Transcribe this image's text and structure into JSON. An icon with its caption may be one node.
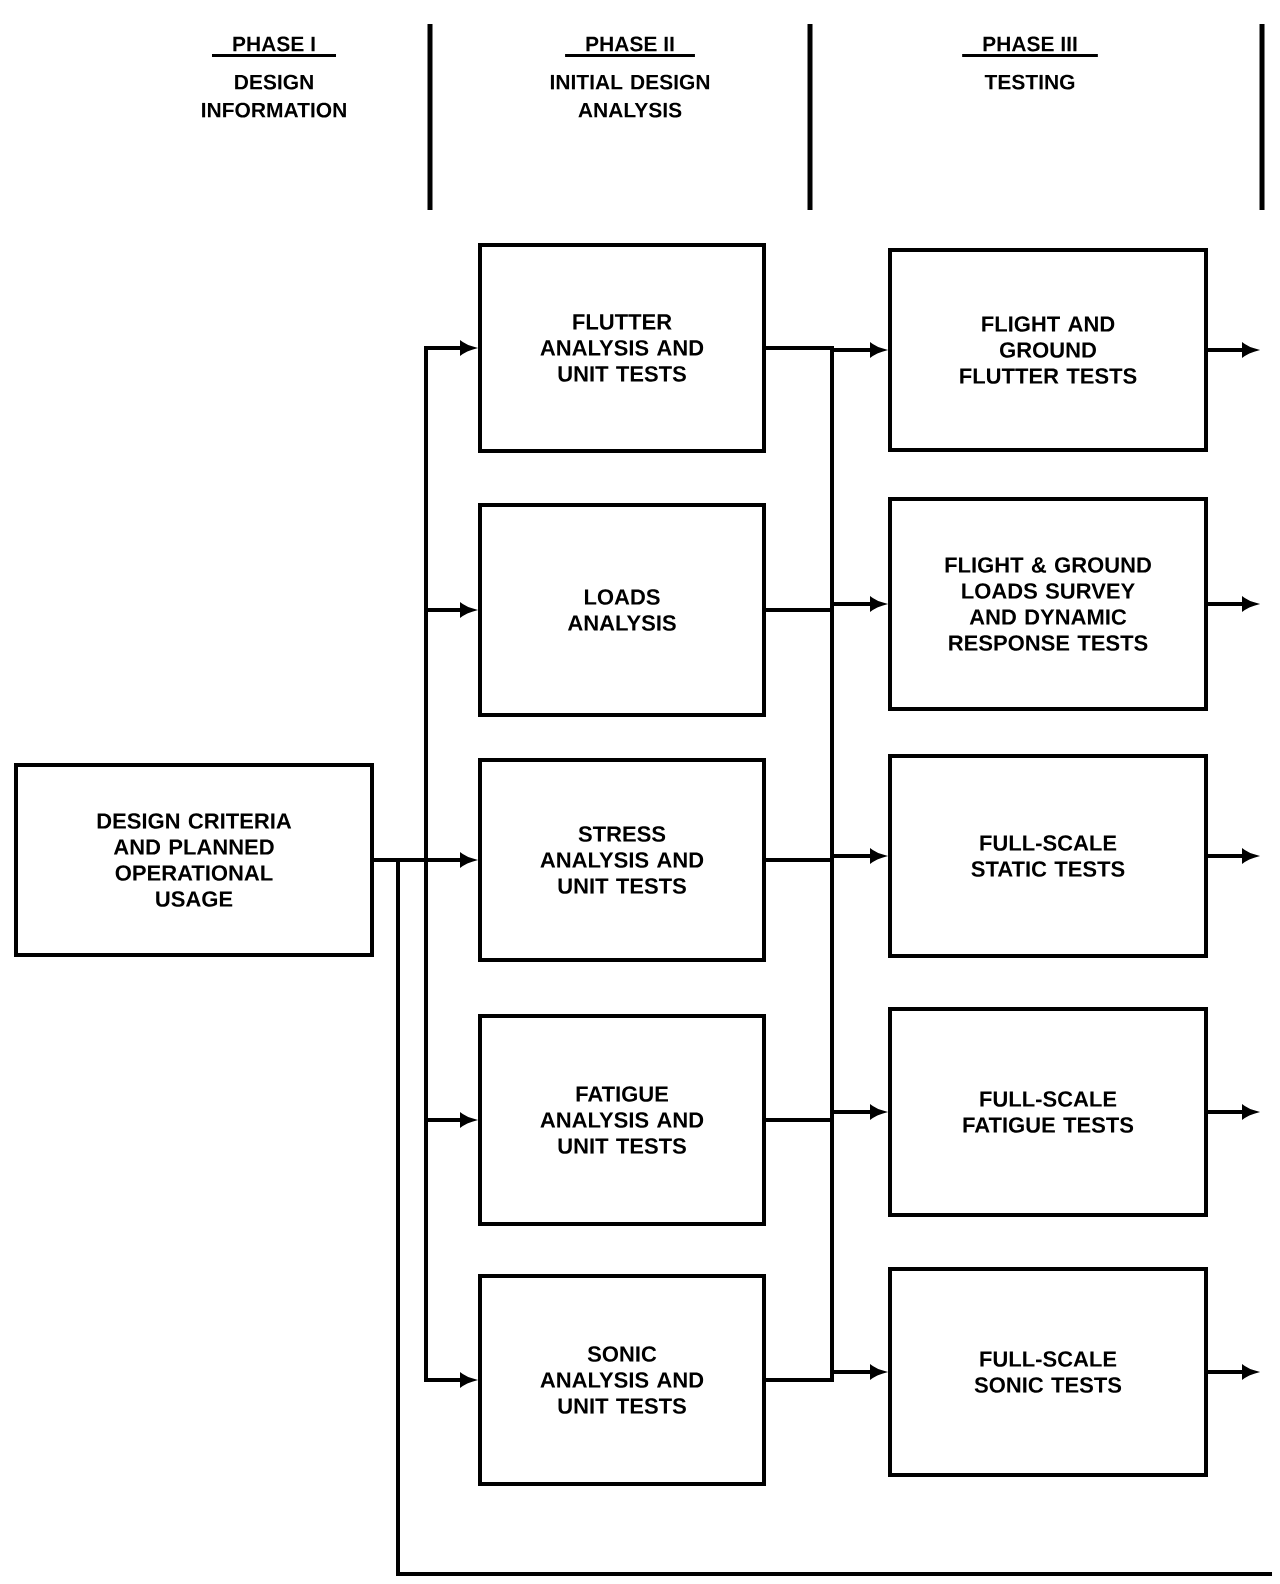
{
  "diagram": {
    "nodes": [
      {
        "text": [
          "DESIGN CRITERIA AND PLANNED OPERATIONAL USAGE"
        ]
      },
      {
        "text": [
          "FLUTTER ANALYSIS AND UNIT TESTS"
        ]
      },
      {
        "text": [
          "LOADS ANALYSIS"
        ]
      },
      {
        "text": [
          "STRESS ANALYSIS AND UNIT TESTS"
        ]
      },
      {
        "text": [
          "FATIGUE ANALYSIS AND UNIT TESTS"
        ]
      },
      {
        "text": [
          "SONIC ANALYSIS AND UNIT TESTS"
        ]
      },
      {
        "text": [
          "FLIGHT AND GROUND FLUTTER TESTS"
        ]
      },
      {
        "text": [
          "FLIGHT & GROUND LOADS SURVEY AND DYNAMIC RESPONSE TESTS"
        ]
      },
      {
        "text": [
          "FULL-SCALE STATIC TESTS"
        ]
      },
      {
        "text": [
          "FULL-SCALE FATIGUE TESTS"
        ]
      },
      {
        "text": [
          "FULL-SCALE SONIC TESTS"
        ]
      }
    ],
    "edges": [
      {
        "from": 0,
        "to": 1,
        "arrow": "to"
      },
      {
        "from": 0,
        "to": 2,
        "arrow": "to"
      },
      {
        "from": 0,
        "to": 3,
        "arrow": "to"
      },
      {
        "from": 0,
        "to": 4,
        "arrow": "to"
      },
      {
        "from": 0,
        "to": 5,
        "arrow": "to"
      },
      {
        "from": 1,
        "to": 6,
        "arrow": "to"
      },
      {
        "from": 1,
        "to": 7,
        "arrow": "to"
      },
      {
        "from": 1,
        "to": 8,
        "arrow": "to"
      },
      {
        "from": 1,
        "to": 9,
        "arrow": "to"
      },
      {
        "from": 1,
        "to": 10,
        "arrow": "to"
      },
      {
        "from": 2,
        "to": 6,
        "arrow": "to"
      },
      {
        "from": 2,
        "to": 7,
        "arrow": "to"
      },
      {
        "from": 2,
        "to": 8,
        "arrow": "to"
      },
      {
        "from": 2,
        "to": 9,
        "arrow": "to"
      },
      {
        "from": 2,
        "to": 10,
        "arrow": "to"
      },
      {
        "from": 3,
        "to": 6,
        "arrow": "to"
      },
      {
        "from": 3,
        "to": 7,
        "arrow": "to"
      },
      {
        "from": 3,
        "to": 8,
        "arrow": "to"
      },
      {
        "from": 3,
        "to": 9,
        "arrow": "to"
      },
      {
        "from": 3,
        "to": 10,
        "arrow": "to"
      },
      {
        "from": 4,
        "to": 6,
        "arrow": "to"
      },
      {
        "from": 4,
        "to": 7,
        "arrow": "to"
      },
      {
        "from": 4,
        "to": 8,
        "arrow": "to"
      },
      {
        "from": 4,
        "to": 9,
        "arrow": "to"
      },
      {
        "from": 4,
        "to": 10,
        "arrow": "to"
      },
      {
        "from": 5,
        "to": 6,
        "arrow": "to"
      },
      {
        "from": 5,
        "to": 7,
        "arrow": "to"
      },
      {
        "from": 5,
        "to": 8,
        "arrow": "to"
      },
      {
        "from": 5,
        "to": 9,
        "arrow": "to"
      },
      {
        "from": 5,
        "to": 10,
        "arrow": "to"
      },
      {
        "from": 6,
        "to": null,
        "arrow": "to"
      },
      {
        "from": 7,
        "to": null,
        "arrow": "to"
      },
      {
        "from": 8,
        "to": null,
        "arrow": "to"
      },
      {
        "from": 9,
        "to": null,
        "arrow": "to"
      },
      {
        "from": 10,
        "to": null,
        "arrow": "to"
      },
      {
        "from": null,
        "to": 1,
        "arrow": "to"
      },
      {
        "from": null,
        "to": 2,
        "arrow": "to"
      },
      {
        "from": null,
        "to": 3,
        "arrow": "to"
      },
      {
        "from": null,
        "to": 4,
        "arrow": "to"
      },
      {
        "from": null,
        "to": 5,
        "arrow": "to"
      }
    ],
    "labels": [
      "PHASE I",
      "DESIGN INFORMATION",
      "PHASE II",
      "INITIAL DESIGN ANALYSIS",
      "PHASE III",
      "TESTING"
    ]
  }
}
